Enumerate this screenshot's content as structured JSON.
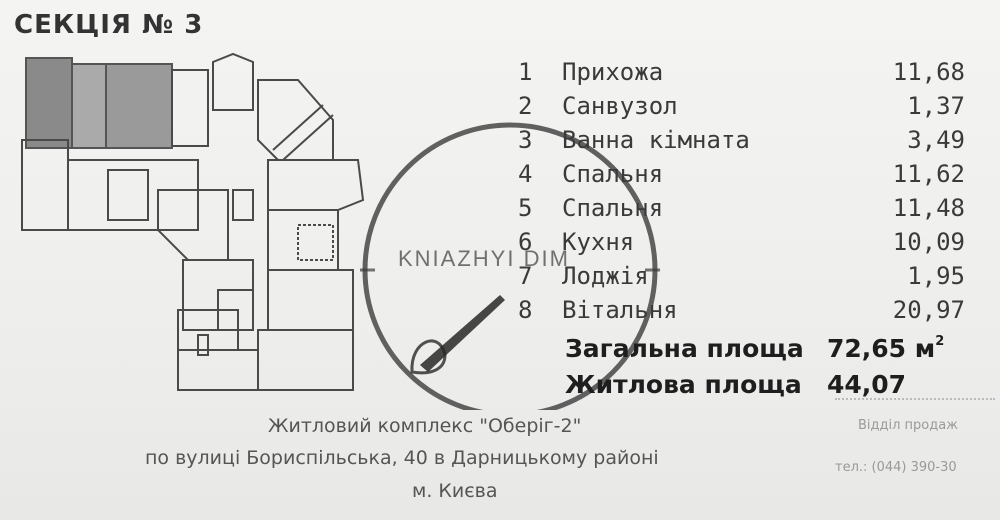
{
  "section_title": "СЕКЦІЯ № 3",
  "rooms": [
    {
      "num": "1",
      "name": "Прихожа",
      "area": "11,68"
    },
    {
      "num": "2",
      "name": "Санвузол",
      "area": "1,37"
    },
    {
      "num": "3",
      "name": "Ванна кімната",
      "area": "3,49"
    },
    {
      "num": "4",
      "name": "Спальня",
      "area": "11,62"
    },
    {
      "num": "5",
      "name": "Спальня",
      "area": "11,48"
    },
    {
      "num": "6",
      "name": "Кухня",
      "area": "10,09"
    },
    {
      "num": "7",
      "name": "Лоджія",
      "area": "1,95"
    },
    {
      "num": "8",
      "name": "Вітальня",
      "area": "20,97"
    }
  ],
  "totals": {
    "total_label": "Загальна площа",
    "total_value": "72,65 м",
    "total_unit_sup": "2",
    "living_label": "Житлова площа",
    "living_value": "44,07"
  },
  "footer": {
    "line1": "Житловий комплекс \"Оберіг-2\"",
    "line2": "по вулиці Бориспільська, 40 в Дарницькому районі",
    "line3": "м. Києва"
  },
  "side_notes": {
    "dept": "Відділ продаж",
    "phone": "тел.: (044) 390-30"
  },
  "watermark": "KNIAZHYI DIM"
}
